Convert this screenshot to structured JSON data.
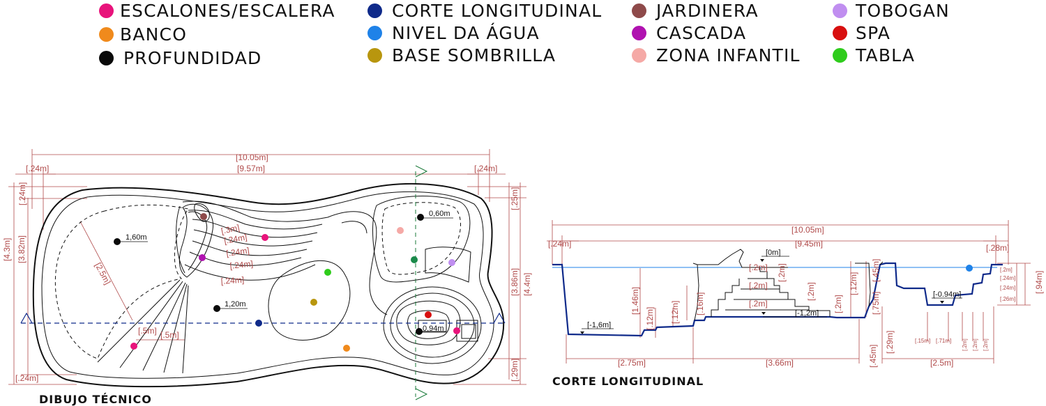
{
  "legend": {
    "items": [
      {
        "label": "ESCALONES/ESCALERA",
        "color": "#e8137b"
      },
      {
        "label": "BANCO",
        "color": "#f08a1c"
      },
      {
        "label": "PROFUNDIDAD",
        "color": "#0a0a0a"
      },
      {
        "label": "CORTE LONGITUDINAL",
        "color": "#0f2a8a"
      },
      {
        "label": "NIVEL DA ÁGUA",
        "color": "#1f82e8"
      },
      {
        "label": "BASE SOMBRILLA",
        "color": "#b8960e"
      },
      {
        "label": "JARDINERA",
        "color": "#8e4a4a"
      },
      {
        "label": "CASCADA",
        "color": "#b012b0"
      },
      {
        "label": "ZONA INFANTIL",
        "color": "#f5a9a6"
      },
      {
        "label": "TOBOGAN",
        "color": "#c08ef0"
      },
      {
        "label": "SPA",
        "color": "#d80f0f"
      },
      {
        "label": "TABLA",
        "color": "#2fcc1c"
      }
    ]
  },
  "plan": {
    "caption": "DIBUJO TÉCNICO",
    "dims": {
      "total_width": "[10.05m]",
      "inner_width": "[9.57m]",
      "margin_left": "[.24m]",
      "margin_right": "[.24m]",
      "margin_bottom_left": "[.24m]",
      "left_top_small": "[.24m]",
      "height_outer": "[4.3m]",
      "height_inner": "[3.82m]",
      "right_top": "[.25m]",
      "right_mid": "[3.86m]",
      "right_outer": "[4.4m]",
      "right_bottom": "[.29m]",
      "diagonal": "[2.5m]",
      "step_a": "[.3m]",
      "step_b": "[.24m]",
      "step_c": "[.24m]",
      "step_d": "[.24m]",
      "step_e": "[.24m]",
      "bench_a": "[.5m]",
      "bench_b": "[.5m]"
    },
    "depths": {
      "d1": "1,60m",
      "d2": "1,20m",
      "d3": "0,60m",
      "d4": "0,94m"
    }
  },
  "section": {
    "caption": "CORTE LONGITUDINAL",
    "dims": {
      "total": "[10.05m]",
      "inner": "[9.45m]",
      "left": "[.24m]",
      "right": "[.28m]",
      "zero": "[0m]",
      "deep": "[-1,6m]",
      "mid": "[-1,2m]",
      "shallow": "[-0.94m]",
      "h146": "[1.46m]",
      "h12a": "[.12m]",
      "h12b": "[.12m]",
      "h16": "[.16m]",
      "s2a": "[.2m]",
      "s2b": "[.2m]",
      "s2c": "[.2m]",
      "s2d": "[.2m]",
      "v2a": "[.2m]",
      "v2b": "[.2m]",
      "v2c": "[.2m]",
      "v12": "[.12m]",
      "v45": "[.45m]",
      "v75": "[.75m]",
      "r2": "[.2m]",
      "r24a": "[.24m]",
      "r24b": "[.24m]",
      "r26": "[.26m]",
      "r94": "[.94m]",
      "b275": "[2.75m]",
      "b366": "[3.66m]",
      "b25": "[2.5m]",
      "b45": "[.45m]",
      "b29": "[.29m]",
      "t15": "[.15m]",
      "t71": "[.71m]",
      "t2a": "[.2m]",
      "t2b": "[.2m]",
      "t2c": "[.2m]"
    }
  }
}
